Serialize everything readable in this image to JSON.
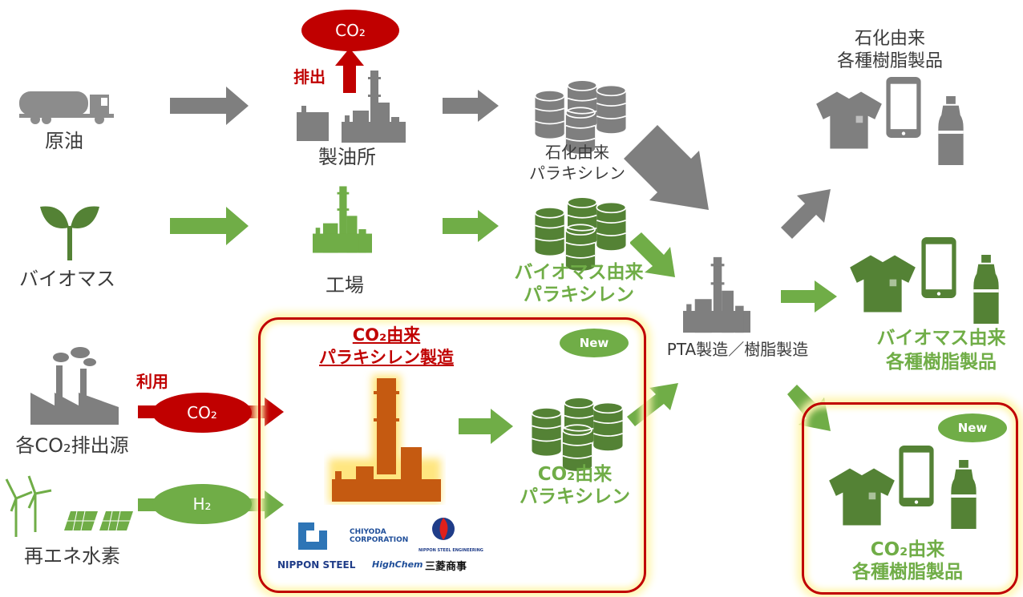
{
  "colors": {
    "gray": "#7f7f7f",
    "green": "#70ad47",
    "dark_green": "#548235",
    "red": "#c00000",
    "orange": "#c55a11"
  },
  "sources": {
    "crude": "原油",
    "biomass": "バイオマス",
    "co2_source": "各CO₂排出源",
    "renewable_h2": "再エネ水素"
  },
  "plants": {
    "refinery": "製油所",
    "factory": "工場",
    "pta": "PTA製造／樹脂製造"
  },
  "emission": {
    "label": "排出",
    "gas": "CO₂"
  },
  "utilization": {
    "label": "利用",
    "co2": "CO₂",
    "h2": "H₂"
  },
  "paraxylene": {
    "petro": [
      "石化由来",
      "パラキシレン"
    ],
    "bio": [
      "バイオマス由来",
      "パラキシレン"
    ],
    "co2": [
      "CO₂由来",
      "パラキシレン"
    ]
  },
  "new_process": {
    "title": [
      "CO₂由来",
      "パラキシレン製造"
    ],
    "badge": "New"
  },
  "products": {
    "petro": [
      "石化由来",
      "各種樹脂製品"
    ],
    "bio": [
      "バイオマス由来",
      "各種樹脂製品"
    ],
    "co2": [
      "CO₂由来",
      "各種樹脂製品"
    ],
    "badge": "New"
  },
  "partners": {
    "chiyoda": "CHIYODA CORPORATION",
    "nse": "NIPPON STEEL ENGINEERING",
    "nippon_steel": "NIPPON STEEL",
    "highchem": "HighChem",
    "mitsubishi": "三菱商事"
  },
  "icons": [
    "tanker-truck-icon",
    "sprout-icon",
    "factory-smokestack-icon",
    "wind-solar-icon",
    "refinery-icon",
    "barrels-icon",
    "shirt-icon",
    "smartphone-icon",
    "bottle-icon"
  ]
}
